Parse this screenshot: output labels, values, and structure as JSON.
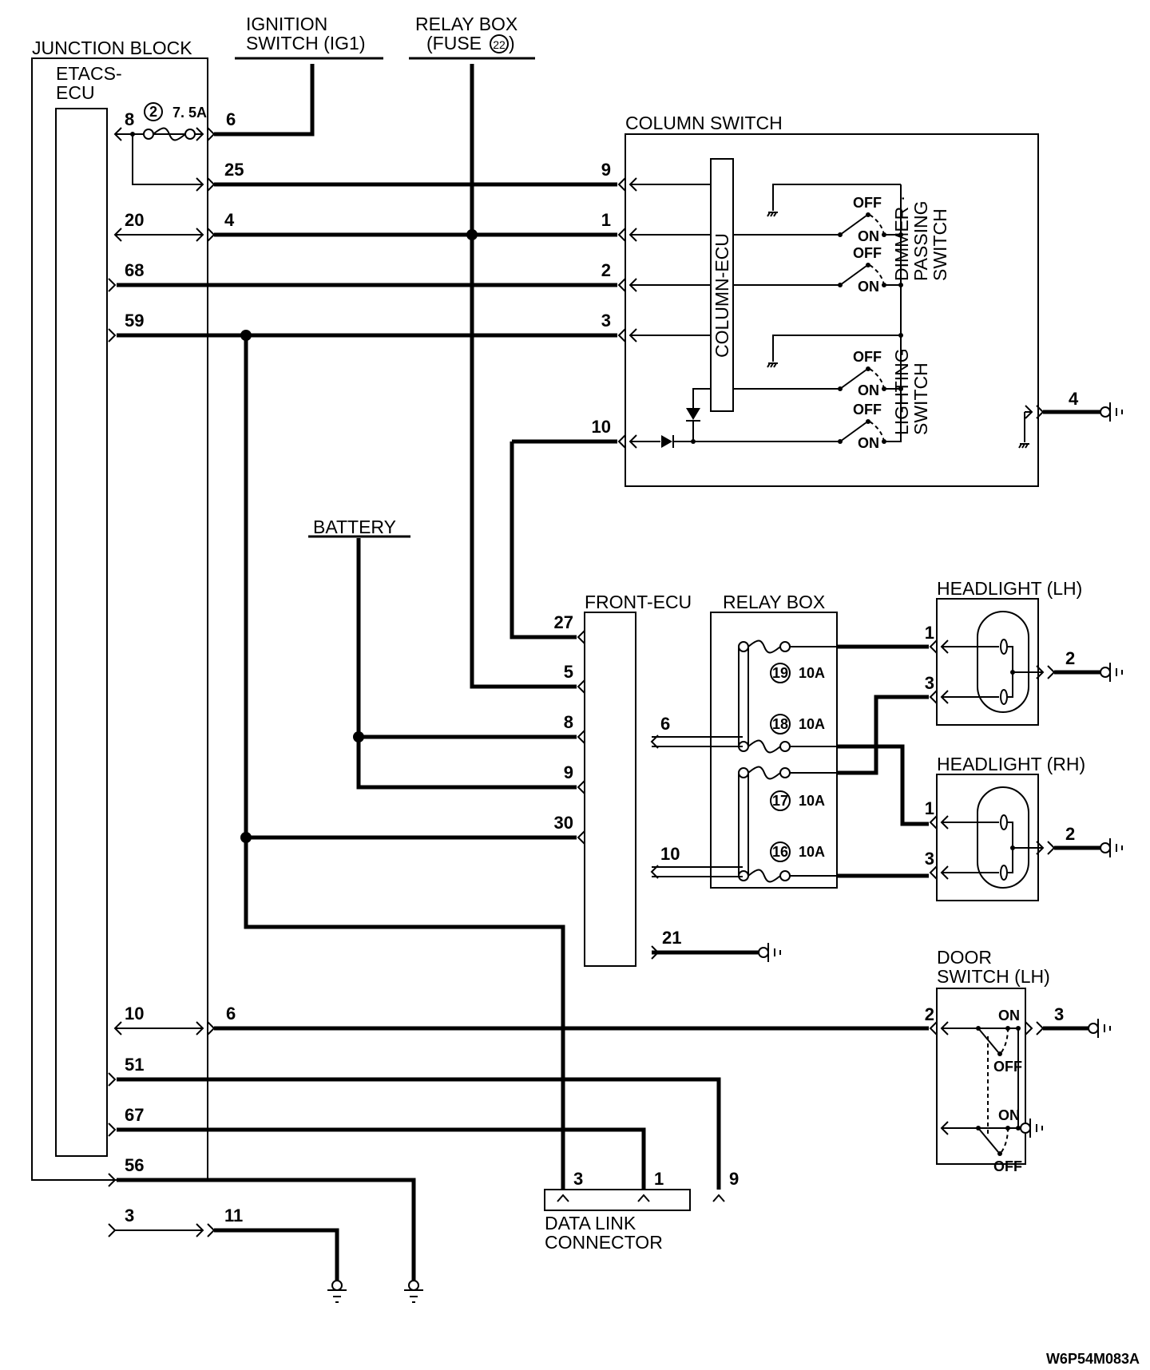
{
  "diagram_id": "W6P54M083A",
  "components": {
    "junction_block": {
      "title": "JUNCTION BLOCK",
      "ecu_line1": "ETACS-",
      "ecu_line2": "ECU"
    },
    "ignition_switch": {
      "line1": "IGNITION",
      "line2": "SWITCH (IG1)"
    },
    "relay_box_fuse": {
      "line1": "RELAY BOX",
      "line2": "(FUSE",
      "fuse_no": "22",
      "line2_end": ")"
    },
    "column_switch": {
      "title": "COLUMN SWITCH",
      "ecu": "COLUMN-ECU",
      "dimmer": [
        "DIMMER ·",
        "PASSING",
        "SWITCH"
      ],
      "lighting": [
        "LIGHTING",
        "SWITCH"
      ],
      "off": "OFF",
      "on": "ON"
    },
    "battery": {
      "title": "BATTERY"
    },
    "front_ecu": {
      "title": "FRONT-ECU"
    },
    "relay_box": {
      "title": "RELAY BOX",
      "fuses": [
        {
          "no": "19",
          "rating": "10A"
        },
        {
          "no": "18",
          "rating": "10A"
        },
        {
          "no": "17",
          "rating": "10A"
        },
        {
          "no": "16",
          "rating": "10A"
        }
      ]
    },
    "headlight_lh": {
      "title": "HEADLIGHT (LH)"
    },
    "headlight_rh": {
      "title": "HEADLIGHT (RH)"
    },
    "door_switch": {
      "line1": "DOOR",
      "line2": "SWITCH (LH)",
      "on": "ON",
      "off": "OFF"
    },
    "data_link": {
      "line1": "DATA LINK",
      "line2": "CONNECTOR"
    }
  },
  "junction_fuse": {
    "no": "2",
    "rating": "7. 5A"
  },
  "pins": {
    "etacs_inner": [
      "8",
      "20",
      "68",
      "59",
      "10",
      "51",
      "67",
      "56",
      "3"
    ],
    "junction_outer": [
      "6",
      "25",
      "4",
      "6",
      "11"
    ],
    "column_switch": [
      "9",
      "1",
      "2",
      "3",
      "10",
      "4"
    ],
    "front_ecu_left": [
      "27",
      "5",
      "8",
      "9",
      "30"
    ],
    "front_ecu_right": [
      "6",
      "10",
      "21"
    ],
    "headlight_lh": [
      "1",
      "3",
      "2"
    ],
    "headlight_rh": [
      "1",
      "3",
      "2"
    ],
    "door_switch": [
      "2",
      "3"
    ],
    "data_link": [
      "3",
      "1",
      "9"
    ]
  }
}
